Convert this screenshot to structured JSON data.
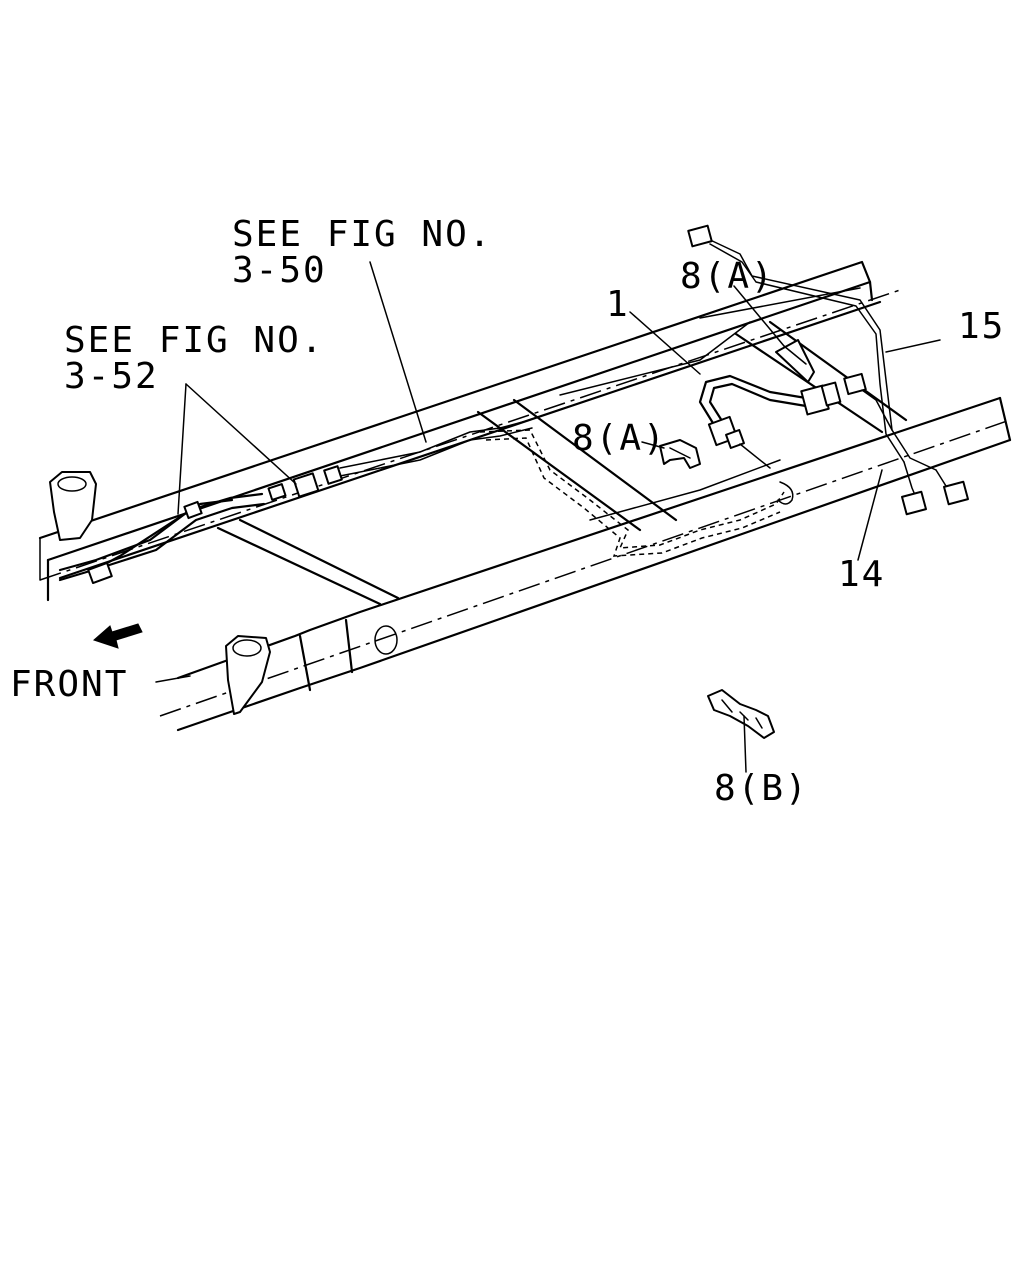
{
  "labels": {
    "ref_fig_350_line1": "SEE FIG NO.",
    "ref_fig_350_line2": "3-50",
    "ref_fig_352_line1": "SEE FIG NO.",
    "ref_fig_352_line2": "3-52",
    "part_1": "1",
    "part_8a_top": "8(A)",
    "part_8a_mid": "8(A)",
    "part_8b": "8(B)",
    "part_14": "14",
    "part_15": "15",
    "front": "FRONT"
  }
}
